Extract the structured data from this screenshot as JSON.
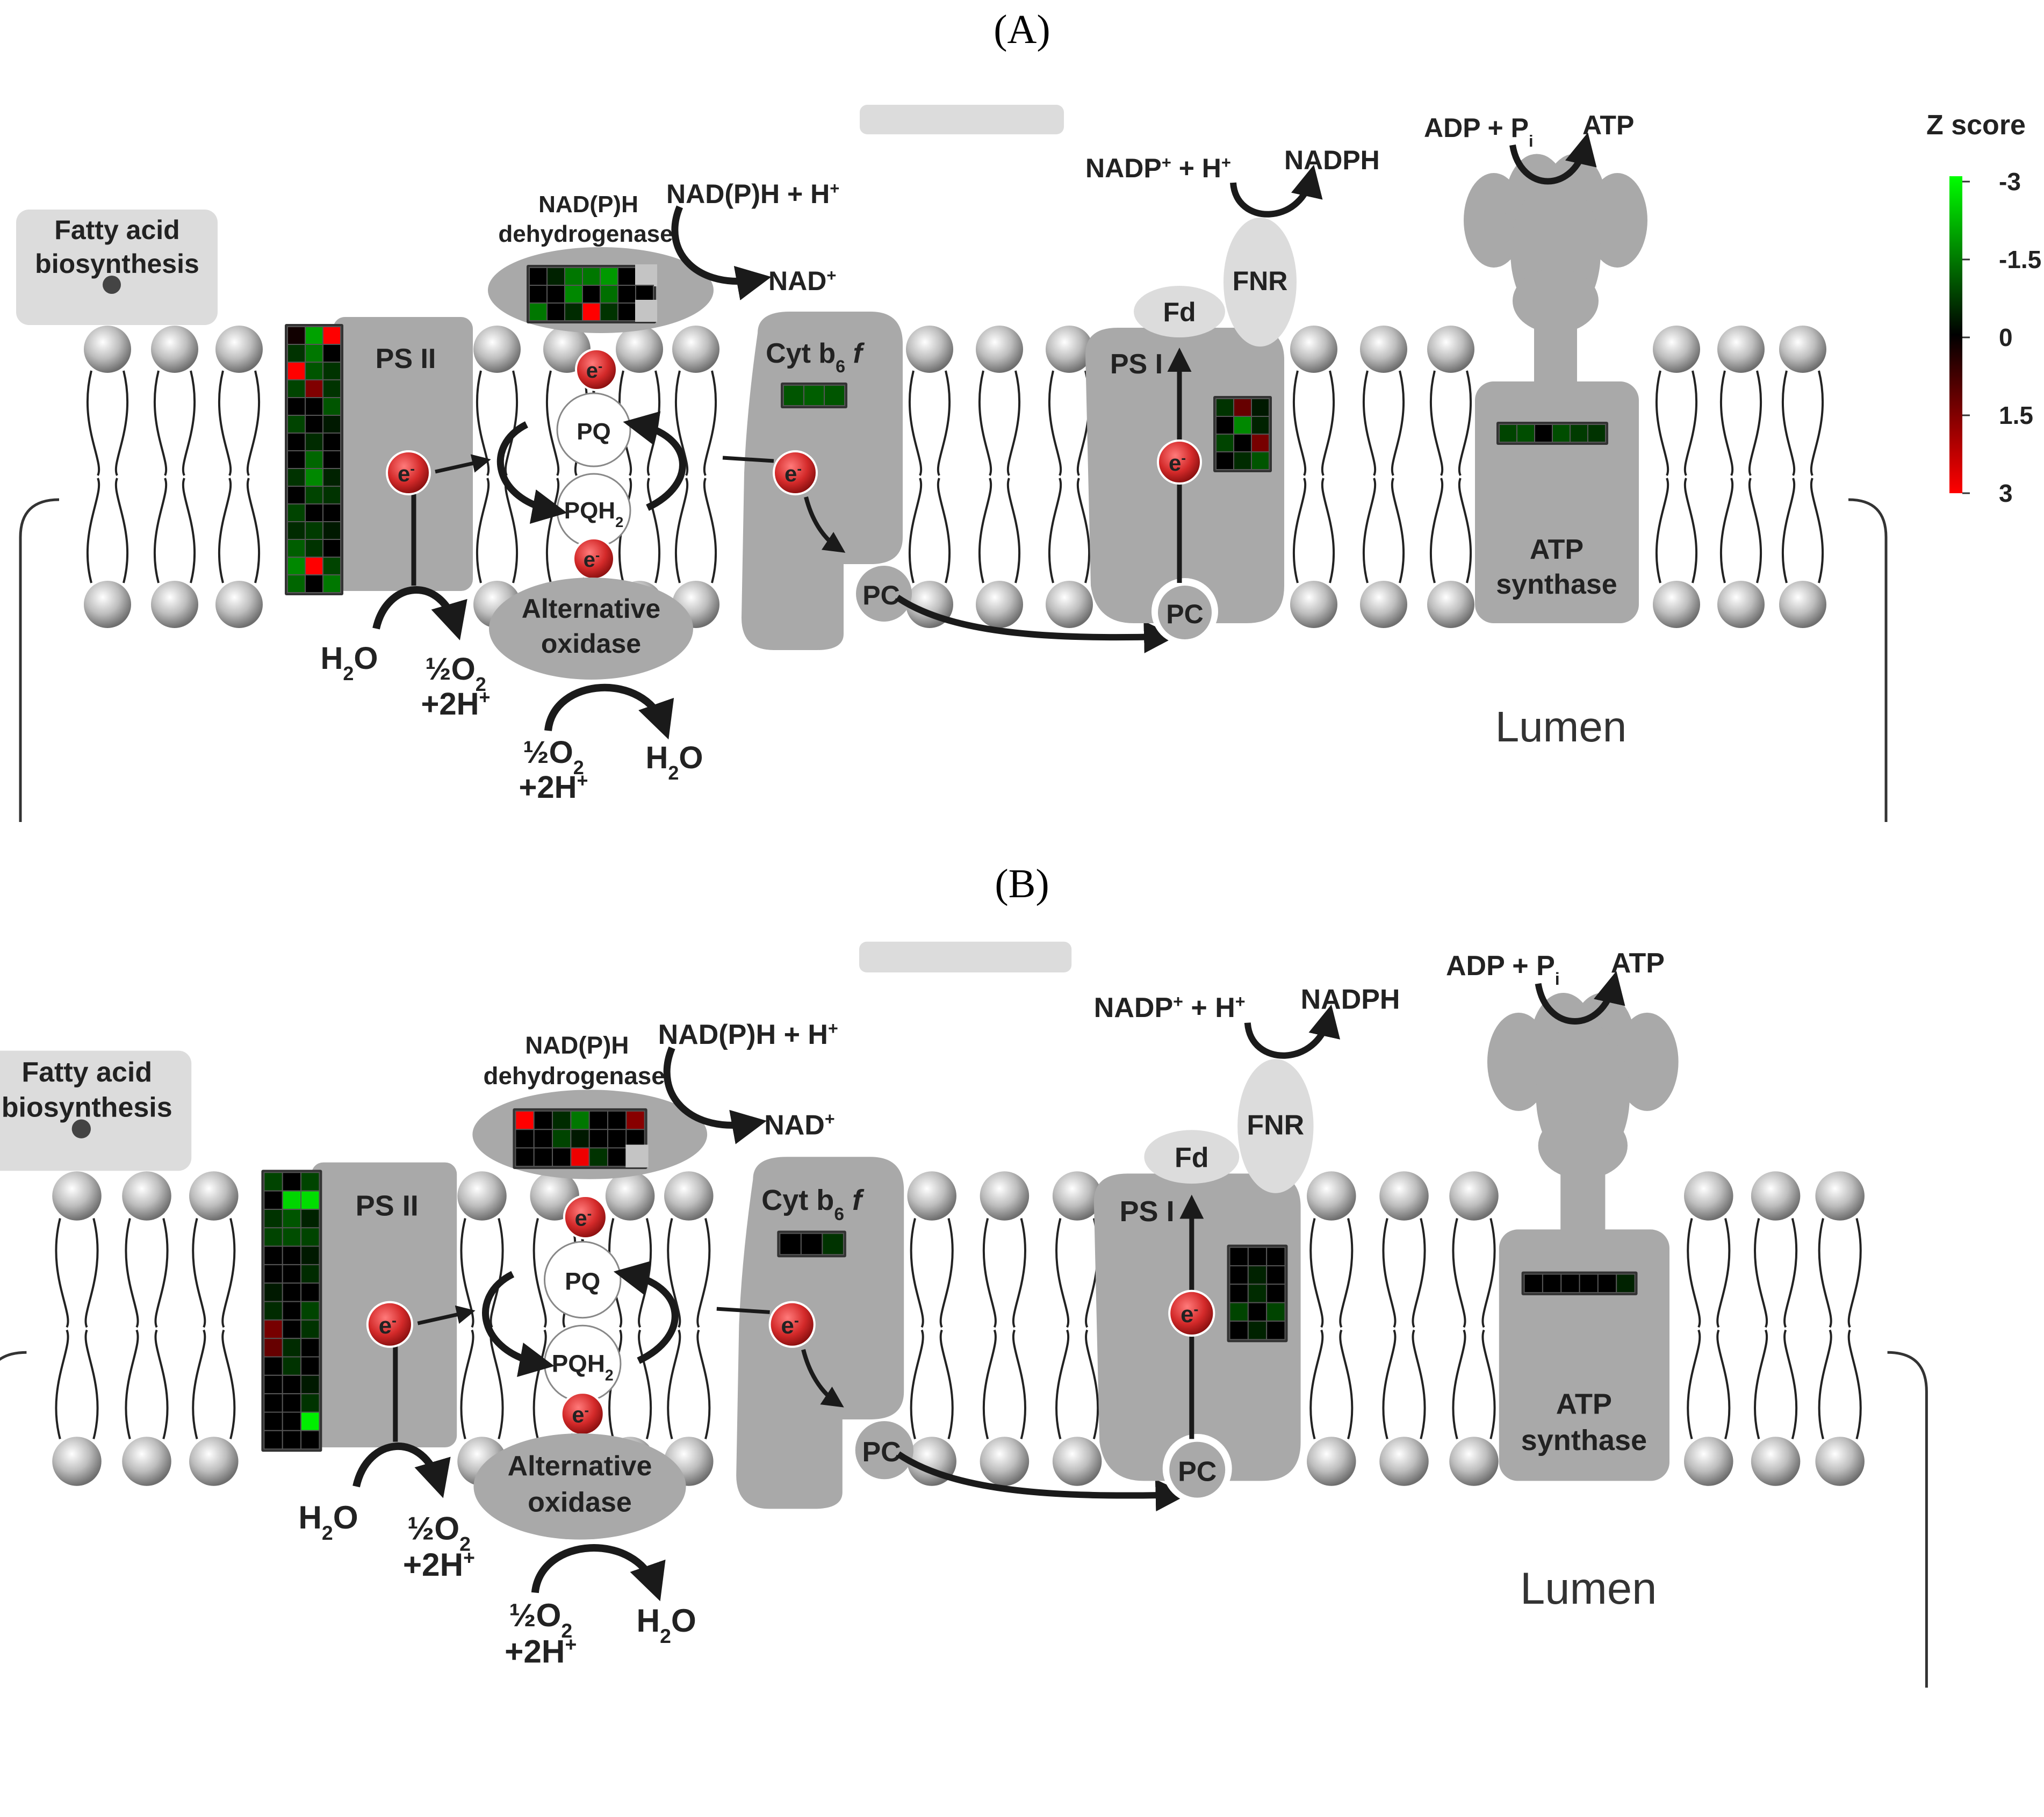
{
  "colors": {
    "protein": "#a9a9a9",
    "light_protein": "#dcdcdc",
    "electron": "#d42a2a",
    "arrow": "#1a1a1a",
    "high": "#ff0000",
    "low": "#00ff00",
    "zero": "#000000"
  },
  "legend": {
    "title": "Z score",
    "ticks": [
      "-3",
      "-1.5",
      "0",
      "1.5",
      "3"
    ]
  },
  "labels": {
    "fatty_line1": "Fatty acid",
    "fatty_line2": "biosynthesis",
    "ndh_line1": "NAD(P)H",
    "ndh_line2": "dehydrogenase",
    "ps2": "PS II",
    "ps1": "PS I",
    "cyt": "Cyt b",
    "cyt_sub": "6",
    "cyt_f": "f",
    "pq": "PQ",
    "pqh": "PQH",
    "pqh_sub": "2",
    "pc": "PC",
    "fd": "Fd",
    "fnr": "FNR",
    "aox_line1": "Alternative",
    "aox_line2": "oxidase",
    "atp_line1": "ATP",
    "atp_line2": "synthase",
    "e": "e",
    "e_sup": "-",
    "h2o": "H",
    "h2o_sub": "2",
    "h2o_o": "O",
    "half_o2": "½O",
    "o2_sub": "2",
    "two_h": "+2H",
    "h_sup": "+",
    "nadph_h": "NAD(P)H + H",
    "nad": "NAD",
    "nadp_h": "NADP",
    "nadp_plus_h": " + H",
    "nadph": "NADPH",
    "adp_pi": "ADP + P",
    "pi_sub": "i",
    "atp": "ATP",
    "lumen": "Lumen"
  },
  "panels": [
    {
      "title": "(A)",
      "heatmaps": {
        "ps2": [
          [
            0.2,
            -1.9,
            3.0
          ],
          [
            -0.6,
            -1.4,
            0.0
          ],
          [
            3.0,
            -1.0,
            -0.6
          ],
          [
            -0.8,
            1.5,
            -0.6
          ],
          [
            0.0,
            0.0,
            -1.0
          ],
          [
            -0.8,
            0.0,
            -0.3
          ],
          [
            0.0,
            -0.5,
            0.0
          ],
          [
            0.0,
            -1.2,
            0.0
          ],
          [
            -0.6,
            -1.6,
            -0.4
          ],
          [
            0.0,
            -0.8,
            -0.6
          ],
          [
            -0.8,
            0.0,
            0.0
          ],
          [
            -0.5,
            -0.7,
            -0.3
          ],
          [
            -1.1,
            -0.6,
            0.0
          ],
          [
            -1.6,
            3.0,
            -0.8
          ],
          [
            -1.2,
            0.0,
            -1.4
          ]
        ],
        "ndh": [
          [
            0,
            -0.4,
            -1.4,
            -1.4,
            -1.8,
            0,
            null
          ],
          [
            0,
            0,
            -1.6,
            0,
            -1.3,
            0,
            0
          ],
          [
            -1.4,
            0,
            -0.5,
            3.0,
            -0.6,
            0,
            null
          ]
        ],
        "cyt": [
          [
            -1.0,
            -1.1,
            -1.0
          ]
        ],
        "ps1": [
          [
            -0.6,
            1.2,
            -0.3
          ],
          [
            0.0,
            -1.6,
            -0.4
          ],
          [
            -0.8,
            0.0,
            1.4
          ],
          [
            0.0,
            -0.5,
            -1.0
          ]
        ],
        "atp": [
          [
            -0.8,
            -0.9,
            0.0,
            -0.9,
            -0.7,
            -0.6
          ]
        ]
      }
    },
    {
      "title": "(B)",
      "heatmaps": {
        "ps2": [
          [
            -0.8,
            0.0,
            -0.8
          ],
          [
            0.0,
            -2.5,
            -2.6
          ],
          [
            -0.6,
            -1.0,
            -0.4
          ],
          [
            -0.8,
            -0.9,
            -0.8
          ],
          [
            0.0,
            0.0,
            -0.3
          ],
          [
            0.0,
            0.0,
            -0.5
          ],
          [
            -0.3,
            0.0,
            0.0
          ],
          [
            -0.5,
            0.0,
            -0.8
          ],
          [
            1.4,
            0.0,
            -0.6
          ],
          [
            1.2,
            -0.5,
            0.0
          ],
          [
            0.0,
            -0.6,
            0.0
          ],
          [
            0.0,
            0.0,
            -0.3
          ],
          [
            0.0,
            0.0,
            -0.6
          ],
          [
            0.0,
            0.0,
            -2.8
          ],
          [
            0.0,
            0.0,
            0.0
          ]
        ],
        "ndh": [
          [
            3.0,
            0,
            -0.5,
            -1.4,
            0,
            0,
            1.6
          ],
          [
            0,
            0,
            -0.8,
            -0.3,
            0,
            0,
            0
          ],
          [
            0,
            0,
            0,
            2.8,
            -0.6,
            0,
            null
          ]
        ],
        "cyt": [
          [
            0.0,
            0.0,
            -0.6
          ]
        ],
        "ps1": [
          [
            0.0,
            0.0,
            0.0
          ],
          [
            0.0,
            -0.4,
            0.0
          ],
          [
            0.0,
            -0.5,
            0.0
          ],
          [
            -0.8,
            0.0,
            -0.8
          ],
          [
            0.0,
            -0.4,
            0.0
          ]
        ],
        "atp": [
          [
            0.0,
            0.0,
            0.0,
            0.0,
            0.0,
            -0.4
          ]
        ]
      }
    }
  ]
}
